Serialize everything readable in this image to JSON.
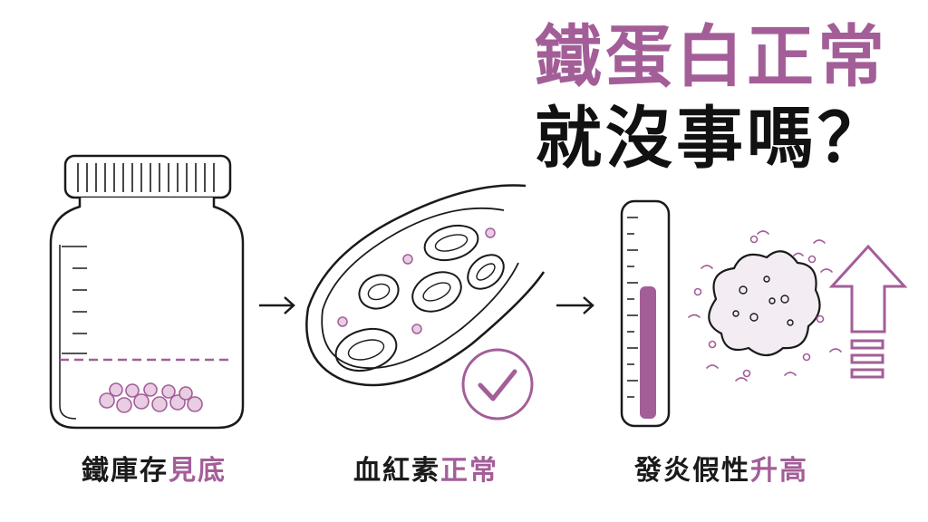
{
  "title": {
    "line1": "鐵蛋白正常",
    "line2": "就沒事嗎？"
  },
  "steps": [
    {
      "label_dark": "鐵庫存",
      "label_accent": "見底",
      "icon": "storage-jar-icon"
    },
    {
      "label_dark": "血紅素",
      "label_accent": "正常",
      "icon": "blood-vessel-icon"
    },
    {
      "label_dark": "發炎假性",
      "label_accent": "升高",
      "icon": "inflammation-icon"
    }
  ],
  "colors": {
    "accent": "#a35e98",
    "ink": "#1a1a1a",
    "accent_light": "#e8cde3"
  }
}
